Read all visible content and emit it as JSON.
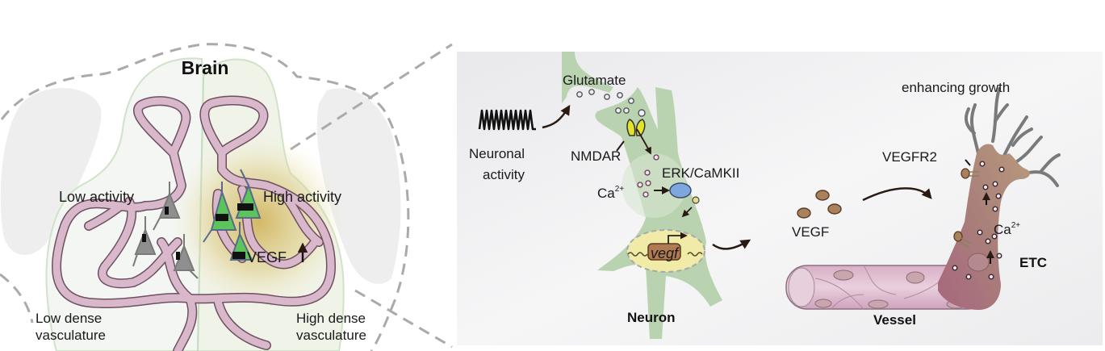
{
  "left_panel": {
    "title": "Brain",
    "low_activity": "Low activity",
    "high_activity": "High activity",
    "vegf_up": "VEGF",
    "low_dense_line1": "Low dense",
    "low_dense_line2": "vasculature",
    "high_dense_line1": "High dense",
    "high_dense_line2": "vasculature"
  },
  "right_panel": {
    "glutamate": "Glutamate",
    "neuronal_activity_line1": "Neuronal",
    "neuronal_activity_line2": "activity",
    "nmdar": "NMDAR",
    "erk_camkii": "ERK/CaMKII",
    "ca_base": "Ca",
    "ca_sup": "2+",
    "gene": "vegf",
    "neuron": "Neuron",
    "vegf": "VEGF",
    "vessel": "Vessel",
    "enhancing_growth": "enhancing growth",
    "vegfr2": "VEGFR2",
    "etc_ca_base": "Ca",
    "etc_ca_sup": "2+",
    "etc": "ETC"
  },
  "colors": {
    "vessel_pink": "#d9b3c9",
    "vessel_stroke": "#6e5060",
    "neuron_green": "#b9d3b0",
    "active_neuron_green": "#5cc45c",
    "inactive_neuron_gray": "#8c8c8c",
    "nmdar_yellow": "#e3e32a",
    "etc_brown": "#a67f76",
    "vegf_brown": "#a8825c",
    "panel_bg": "#ececee"
  }
}
